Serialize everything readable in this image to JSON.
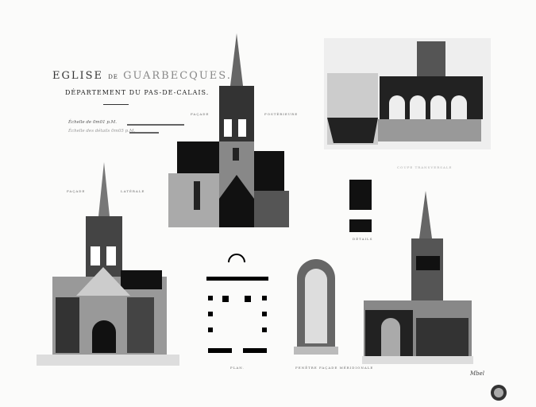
{
  "title": {
    "main": "EGLISE",
    "de": "DE",
    "name": "GUARBECQUES."
  },
  "department": "DÉPARTEMENT DU PAS-DE-CALAIS.",
  "scales": [
    "Échelle de 0m01 p.M.",
    "Échelle des détails 0m05 p.M."
  ],
  "labels": {
    "facade_left": "FAÇADE",
    "facade_right": "POSTÉRIEURE",
    "elevation_left": "FAÇADE",
    "elevation_right": "LATÉRALE",
    "section": "COUPE TRANSVERSALE",
    "detail": "DÉTAILS",
    "plan": "PLAN.",
    "window": "FENÊTRE FAÇADE MÉRIDIONALE",
    "signature": "Mbel"
  }
}
